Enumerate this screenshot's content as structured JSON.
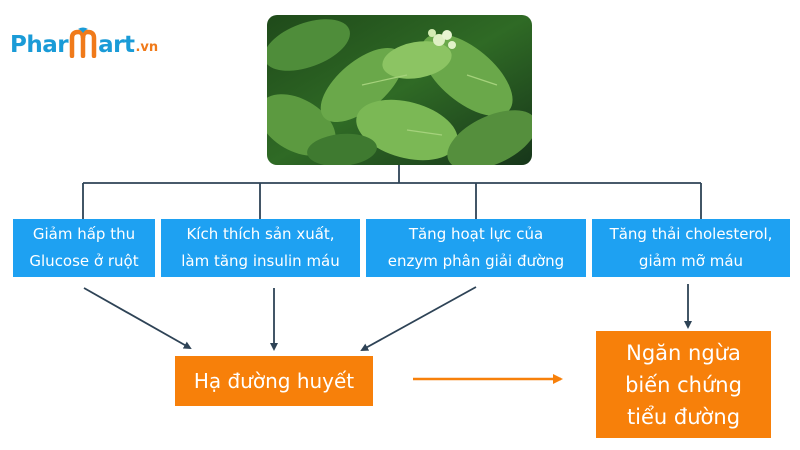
{
  "logo": {
    "part1": "Phar",
    "part2": "art",
    "tld": ".vn",
    "icon": "m-logo-icon"
  },
  "image": {
    "subject": "leaves-photo"
  },
  "effects": [
    {
      "text": "Giảm hấp thu\nGlucose ở ruột"
    },
    {
      "text": "Kích thích sản xuất,\nlàm tăng insulin máu"
    },
    {
      "text": "Tăng hoạt lực của\nenzym phân giải đường"
    },
    {
      "text": "Tăng thải cholesterol,\ngiảm mỡ máu"
    }
  ],
  "outcomes": {
    "primary": "Hạ đường huyết",
    "secondary": "Ngăn ngừa\nbiến chứng\ntiểu đường"
  },
  "colors": {
    "blue_box": "#1ea1f2",
    "orange_box": "#f7800a",
    "line": "#2e4356",
    "arrow_orange": "#f7800a",
    "brand_blue": "#1a9bd7",
    "brand_orange": "#f07a1a"
  }
}
